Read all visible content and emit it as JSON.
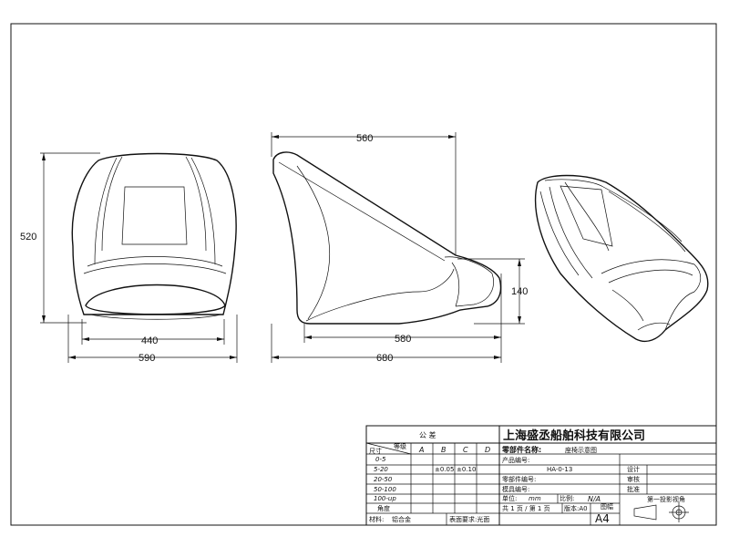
{
  "dimensions": {
    "front_height": "520",
    "front_inner_width": "440",
    "front_outer_width": "590",
    "side_top": "560",
    "side_base": "580",
    "side_overall": "680",
    "side_seat_height": "140"
  },
  "title_block": {
    "tolerance_header": "公  差",
    "company": "上海盛丞船舶科技有限公司",
    "grade_label": "等级",
    "size_label": "尺寸",
    "grades": [
      "A",
      "B",
      "C",
      "D"
    ],
    "size_rows": [
      "0-5",
      "5-20",
      "20-50",
      "50-100",
      "100-up",
      "角度"
    ],
    "tol_b": "±0.05",
    "tol_c": "±0.10",
    "part_name_label": "零部件名称:",
    "part_name_value": "座椅示意图",
    "product_no_label": "产品编号:",
    "product_no_value": "HA-0-13",
    "part_no_label": "零部件编号:",
    "mold_no_label": "模具编号:",
    "unit_label": "单位:",
    "unit_value": "mm",
    "scale_label": "比例:",
    "scale_value": "N/A",
    "pages_label": "共 1 页 / 第 1 页",
    "version_label": "版本:A0",
    "size_sheet_label": "图幅",
    "sheet_size": "A4",
    "design_label": "设计",
    "review_label": "审核",
    "approve_label": "批准",
    "material_label": "材料:",
    "material_value": "铝合金",
    "surface_label": "表面要求:光面",
    "projection_label": "第一投影视角"
  }
}
